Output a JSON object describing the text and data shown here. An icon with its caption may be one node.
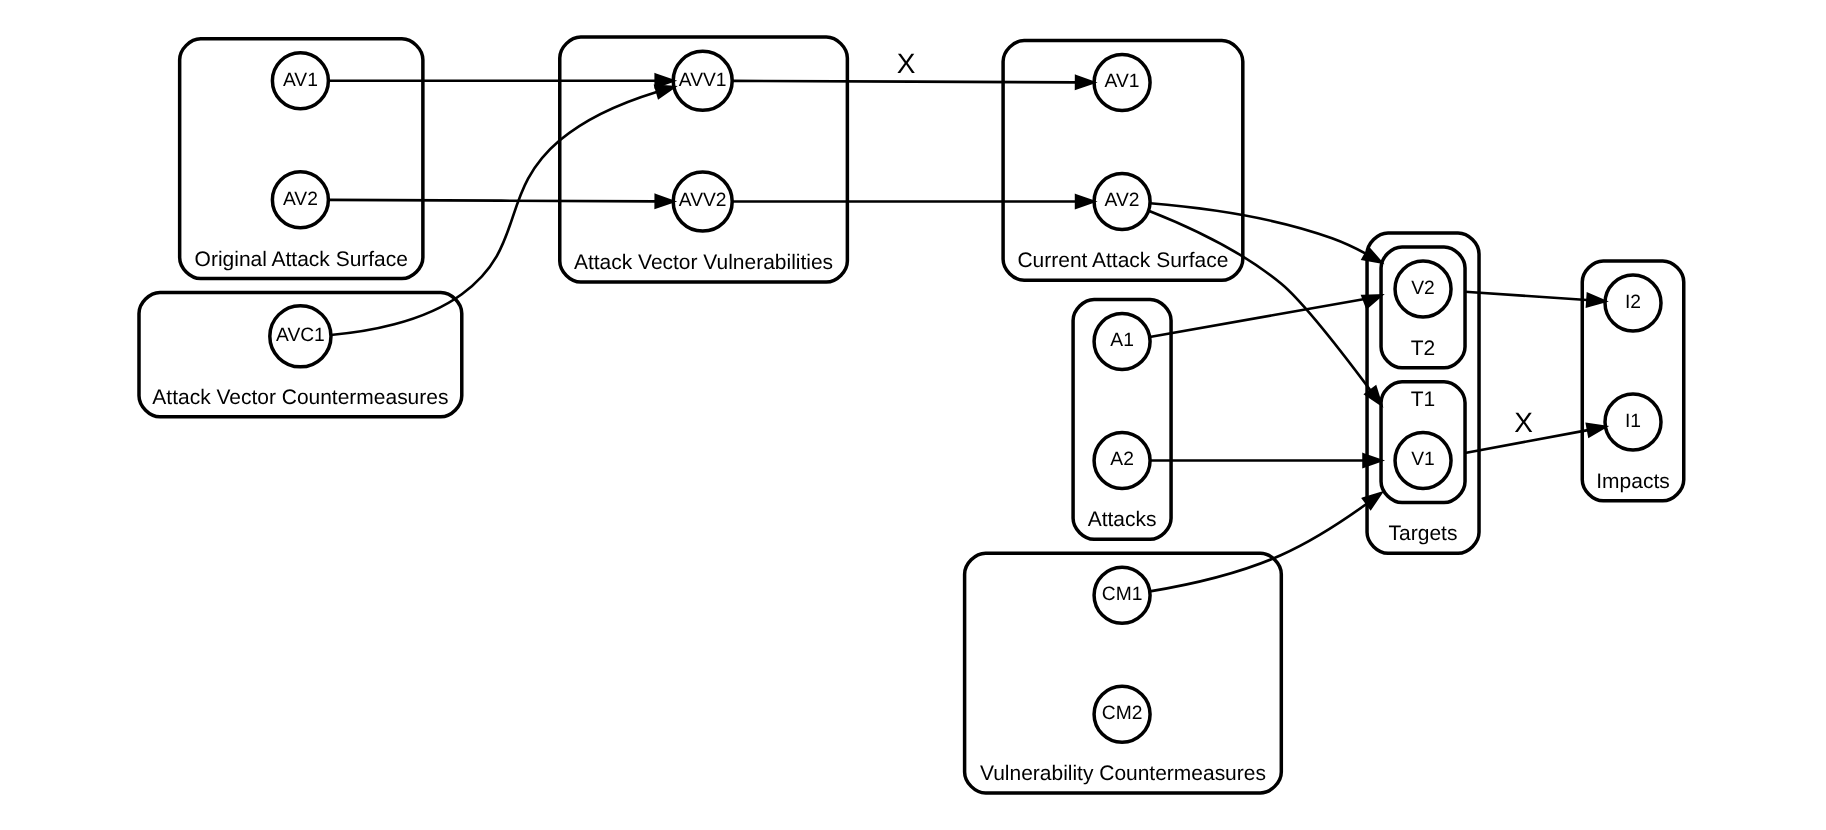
{
  "diagram": {
    "nodes": [
      {
        "text": [
          "Original Attack Surface"
        ]
      },
      {
        "text": [
          "AV1"
        ],
        "in": 0
      },
      {
        "text": [
          "AV2"
        ],
        "in": 0
      },
      {
        "text": [
          "Attack Vector Countermeasures"
        ]
      },
      {
        "text": [
          "AVC1"
        ],
        "in": 3
      },
      {
        "text": [
          "Attack Vector Vulnerabilities"
        ]
      },
      {
        "text": [
          "AVV1"
        ],
        "in": 5
      },
      {
        "text": [
          "AVV2"
        ],
        "in": 5
      },
      {
        "text": [
          "Current Attack Surface"
        ]
      },
      {
        "text": [
          "AV1"
        ],
        "in": 8
      },
      {
        "text": [
          "AV2"
        ],
        "in": 8
      },
      {
        "text": [
          "Attacks"
        ]
      },
      {
        "text": [
          "A1"
        ],
        "in": 11
      },
      {
        "text": [
          "A2"
        ],
        "in": 11
      },
      {
        "text": [
          "Vulnerability Countermeasures"
        ]
      },
      {
        "text": [
          "CM1"
        ],
        "in": 14
      },
      {
        "text": [
          "CM2"
        ],
        "in": 14
      },
      {
        "text": [
          "Targets"
        ]
      },
      {
        "text": [
          "T1"
        ],
        "in": 17
      },
      {
        "text": [
          "V1"
        ],
        "in": 18
      },
      {
        "text": [
          "T2"
        ],
        "in": 17
      },
      {
        "text": [
          "V2"
        ],
        "in": 20
      },
      {
        "text": [
          "Impacts"
        ]
      },
      {
        "text": [
          "I1"
        ],
        "in": 22
      },
      {
        "text": [
          "I2"
        ],
        "in": 22
      }
    ],
    "edges": [
      {
        "from": 1,
        "to": 6,
        "arrow": "to"
      },
      {
        "from": 2,
        "to": 7,
        "arrow": "to"
      },
      {
        "from": 4,
        "to": 6,
        "arrow": "to"
      },
      {
        "from": 6,
        "to": 9,
        "arrow": "to",
        "label": "X"
      },
      {
        "from": 7,
        "to": 10,
        "arrow": "to"
      },
      {
        "from": 10,
        "to": 18,
        "arrow": "to"
      },
      {
        "from": 10,
        "to": 20,
        "arrow": "to"
      },
      {
        "from": 12,
        "to": 20,
        "arrow": "to"
      },
      {
        "from": 13,
        "to": 18,
        "arrow": "to"
      },
      {
        "from": 15,
        "to": 18,
        "arrow": "to"
      },
      {
        "from": 18,
        "to": 23,
        "arrow": "to",
        "label": "X"
      },
      {
        "from": 20,
        "to": 24,
        "arrow": "to"
      }
    ]
  }
}
